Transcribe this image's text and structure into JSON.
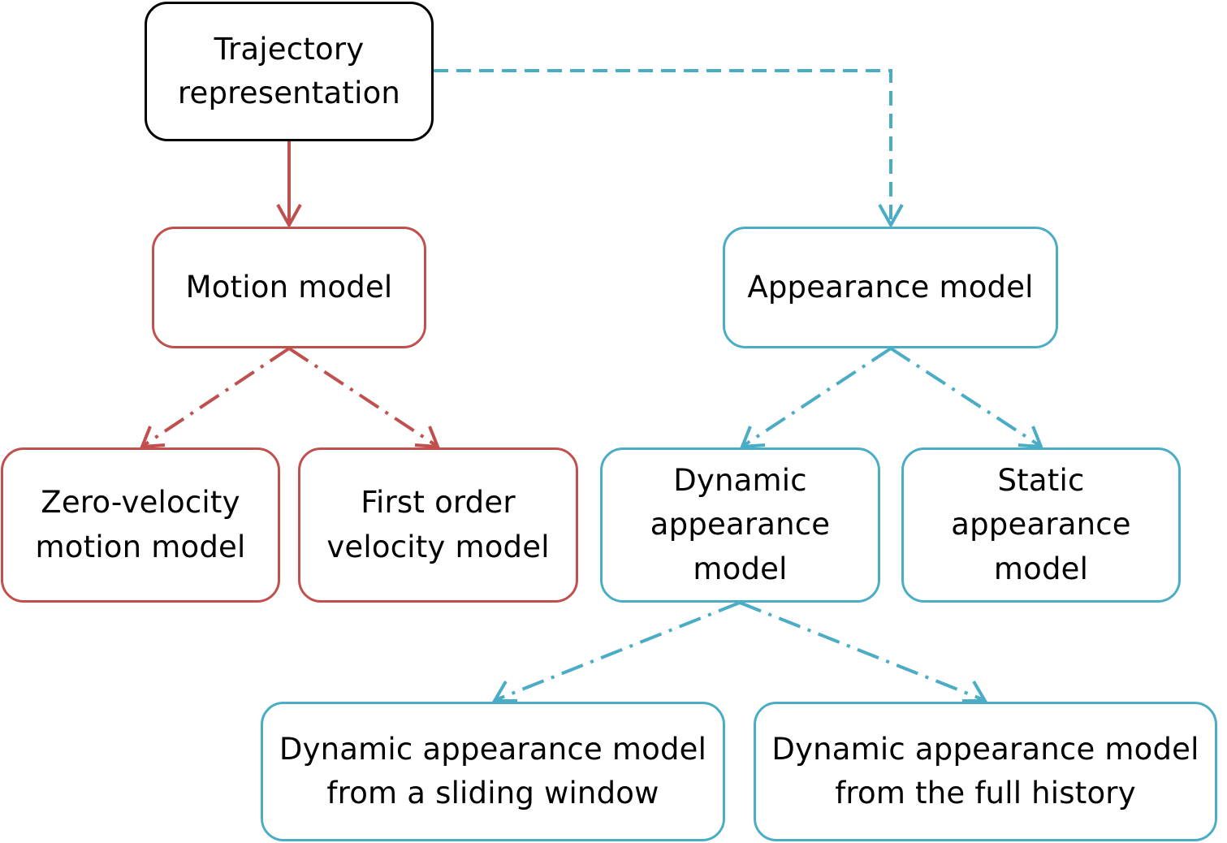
{
  "colors": {
    "root": "#000000",
    "motion": "#c0504d",
    "appearance": "#4bacc6"
  },
  "nodes": {
    "trajectory": "Trajectory\nrepresentation",
    "motion": "Motion model",
    "appearance": "Appearance model",
    "zero_velocity": "Zero-velocity\nmotion model",
    "first_order": "First order\nvelocity model",
    "dynamic": "Dynamic\nappearance\nmodel",
    "static": "Static\nappearance\nmodel",
    "sliding_window": "Dynamic appearance model\nfrom a sliding window",
    "full_history": "Dynamic appearance model\nfrom  the full history"
  }
}
